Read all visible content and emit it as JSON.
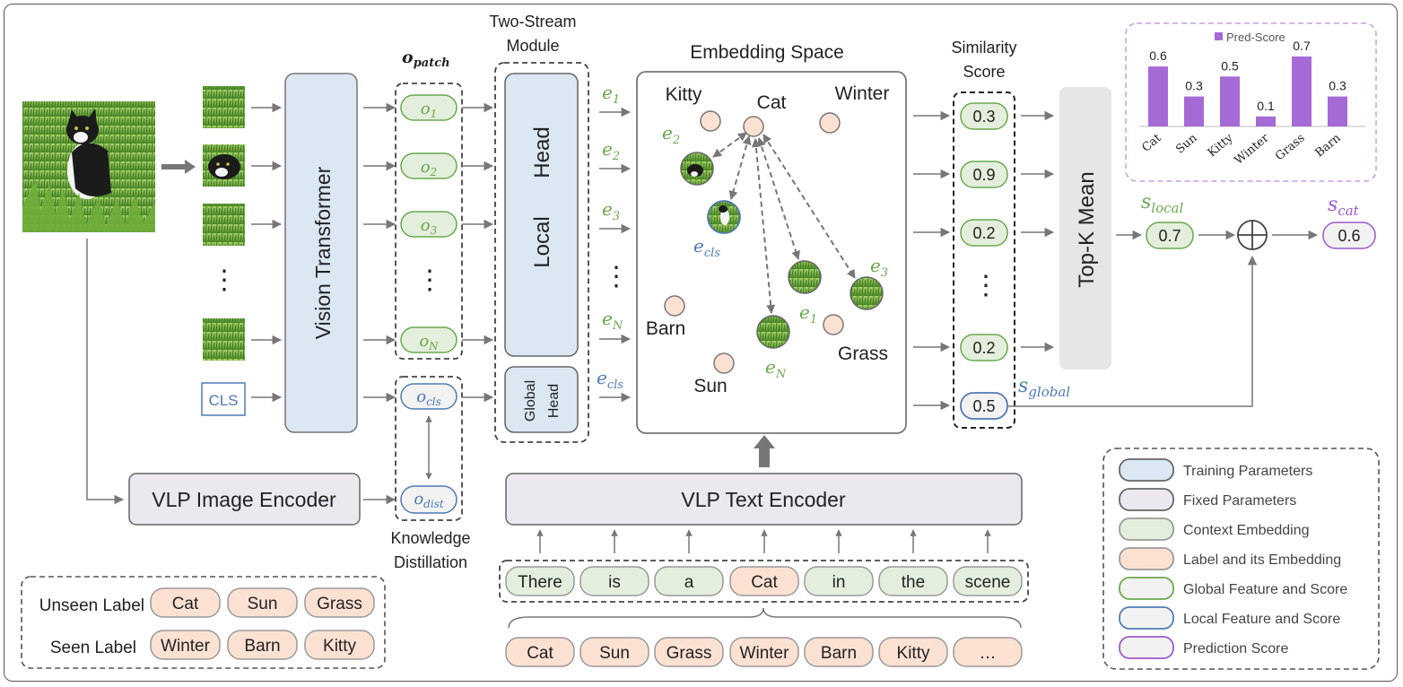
{
  "vit": {
    "label": "Vision Transformer"
  },
  "cls_token": "CLS",
  "o_patch": {
    "base": "o",
    "sub": "patch"
  },
  "o_tokens": [
    {
      "base": "o",
      "sub": "1"
    },
    {
      "base": "o",
      "sub": "2"
    },
    {
      "base": "o",
      "sub": "3"
    },
    {
      "base": "o",
      "sub": "N"
    }
  ],
  "o_cls": {
    "base": "o",
    "sub": "cls"
  },
  "o_dist": {
    "base": "o",
    "sub": "dist"
  },
  "two_stream": {
    "title_line1": "Two-Stream",
    "title_line2": "Module",
    "local_head_a": "Local",
    "local_head_b": "Head",
    "global_head_a": "Global",
    "global_head_b": "Head"
  },
  "e_tokens": [
    {
      "base": "e",
      "sub": "1"
    },
    {
      "base": "e",
      "sub": "2"
    },
    {
      "base": "e",
      "sub": "3"
    },
    {
      "base": "e",
      "sub": "N"
    }
  ],
  "e_cls": {
    "base": "e",
    "sub": "cls"
  },
  "embedding_space": {
    "title": "Embedding Space",
    "labels": [
      "Kitty",
      "Cat",
      "Winter",
      "Barn",
      "Grass",
      "Sun"
    ],
    "image_labels": [
      {
        "base": "e",
        "sub": "2"
      },
      {
        "base": "e",
        "sub": "cls"
      },
      {
        "base": "e",
        "sub": "1"
      },
      {
        "base": "e",
        "sub": "3"
      },
      {
        "base": "e",
        "sub": "N"
      }
    ]
  },
  "similarity": {
    "title_line1": "Similarity",
    "title_line2": "Score",
    "values": [
      "0.3",
      "0.9",
      "0.2",
      "0.2"
    ],
    "global_value": "0.5"
  },
  "ellipsis": "⋮",
  "topk": {
    "label": "Top-K Mean"
  },
  "s_local": {
    "base": "s",
    "sub": "local",
    "value": "0.7"
  },
  "s_global": {
    "base": "s",
    "sub": "global"
  },
  "s_cat": {
    "base": "s",
    "sub": "cat",
    "value": "0.6"
  },
  "vlp_image_encoder": "VLP Image Encoder",
  "vlp_text_encoder": "VLP Text Encoder",
  "knowledge_distillation": {
    "line1": "Knowledge",
    "line2": "Distillation"
  },
  "prompt_tokens": [
    "There",
    "is",
    "a",
    "Cat",
    "in",
    "the",
    "scene"
  ],
  "label_tokens": [
    "Cat",
    "Sun",
    "Grass",
    "Winter",
    "Barn",
    "Kitty",
    "…"
  ],
  "label_split": {
    "unseen_title": "Unseen Label",
    "unseen": [
      "Cat",
      "Sun",
      "Grass"
    ],
    "seen_title": "Seen Label",
    "seen": [
      "Winter",
      "Barn",
      "Kitty"
    ]
  },
  "legend": {
    "items": [
      {
        "label": "Training Parameters",
        "fill": "#dbe7f3",
        "stroke": "#666666"
      },
      {
        "label": "Fixed Parameters",
        "fill": "#ebe8f0",
        "stroke": "#666666"
      },
      {
        "label": "Context Embedding",
        "fill": "#e3efdc",
        "stroke": "#999999"
      },
      {
        "label": "Label and its Embedding",
        "fill": "#fbe1d2",
        "stroke": "#999999"
      },
      {
        "label": "Global Feature and Score",
        "fill": "#f2f2f2",
        "stroke": "#6aa84f"
      },
      {
        "label": "Local Feature and Score",
        "fill": "#f2f2f2",
        "stroke": "#4f7bb5"
      },
      {
        "label": "Prediction Score",
        "fill": "#f2f2f2",
        "stroke": "#9b59c9"
      }
    ]
  },
  "chart_data": {
    "type": "bar",
    "legend": "Pred-Score",
    "categories": [
      "Cat",
      "Sun",
      "Kitty",
      "Winter",
      "Grass",
      "Barn"
    ],
    "values": [
      0.6,
      0.3,
      0.5,
      0.1,
      0.7,
      0.3
    ],
    "bar_color": "#a66ad6"
  },
  "colors": {
    "training": "#dbe7f3",
    "fixed": "#ebe8f0",
    "context": "#e3efdc",
    "label": "#fbe1d2",
    "green": "#6aa84f",
    "blue": "#4f7bb5",
    "purple": "#9b59c9"
  }
}
